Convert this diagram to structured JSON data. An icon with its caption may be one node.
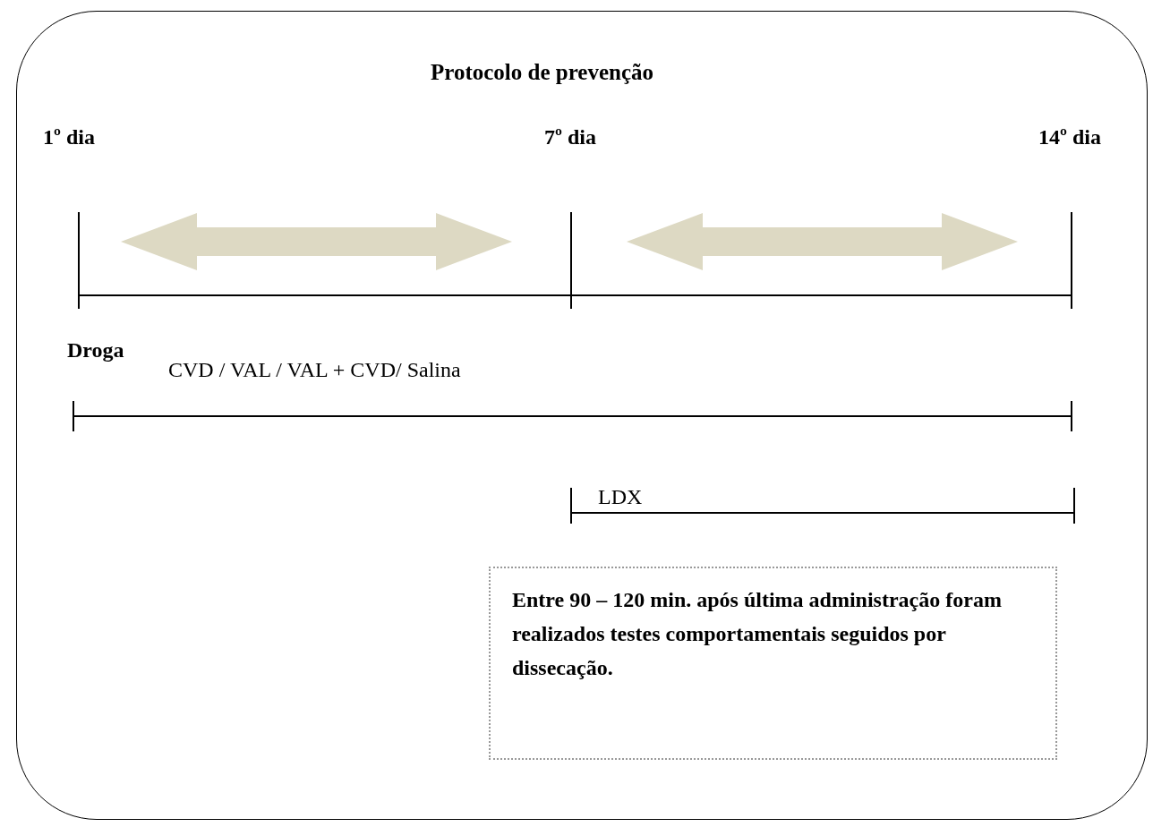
{
  "diagram": {
    "nodes": [
      {
        "text": [
          "Protocolo de prevenção"
        ]
      },
      {
        "text": [
          "Entre 90 – 120 min. após última administração foram realizados testes comportamentais seguidos por dissecação."
        ],
        "in": 0
      }
    ],
    "edges": [],
    "labels": [
      "1º dia",
      "7º dia",
      "14º dia",
      "Droga",
      "CVD / VAL / VAL + CVD/ Salina",
      "LDX"
    ]
  }
}
